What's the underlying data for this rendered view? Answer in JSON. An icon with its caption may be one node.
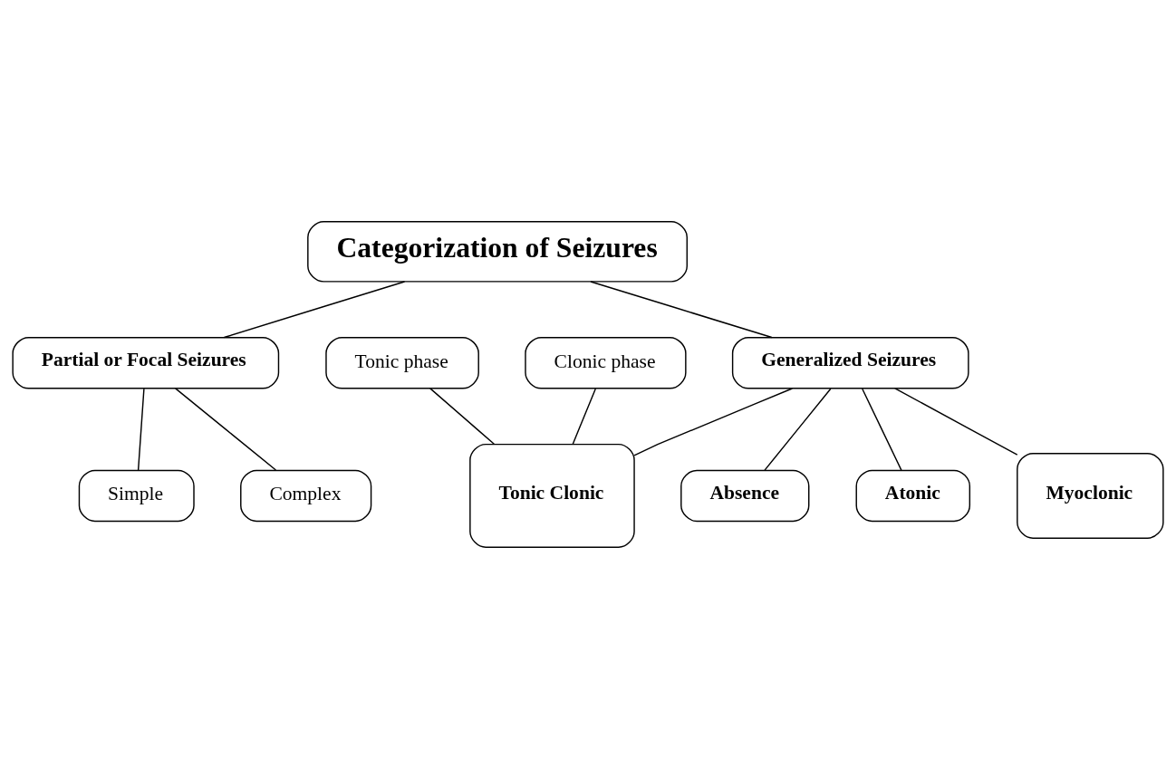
{
  "diagram": {
    "nodes": [
      {
        "text": [
          "Categorization of Seizures"
        ]
      },
      {
        "text": [
          "Partial or Focal Seizures"
        ]
      },
      {
        "text": [
          "Generalized Seizures"
        ]
      },
      {
        "text": [
          "Simple"
        ]
      },
      {
        "text": [
          "Complex"
        ]
      },
      {
        "text": [
          "Absence"
        ]
      },
      {
        "text": [
          "Tonic phase"
        ]
      },
      {
        "text": [
          "Tonic Clonic"
        ]
      },
      {
        "text": [
          "Clonic phase"
        ]
      },
      {
        "text": [
          "Atonic"
        ]
      },
      {
        "text": [
          "Myoclonic"
        ]
      }
    ],
    "edges": [
      {
        "from": 0,
        "to": 1,
        "arrow": "none"
      },
      {
        "from": 0,
        "to": 2,
        "arrow": "none"
      },
      {
        "from": 1,
        "to": 3,
        "arrow": "none"
      },
      {
        "from": 1,
        "to": 4,
        "arrow": "none"
      },
      {
        "from": 2,
        "to": 5,
        "arrow": "none"
      },
      {
        "from": 2,
        "to": 7,
        "arrow": "none"
      },
      {
        "from": 2,
        "to": 9,
        "arrow": "none"
      },
      {
        "from": 2,
        "to": 10,
        "arrow": "none"
      },
      {
        "from": 6,
        "to": 7,
        "arrow": "none"
      },
      {
        "from": 8,
        "to": 7,
        "arrow": "none"
      }
    ]
  }
}
